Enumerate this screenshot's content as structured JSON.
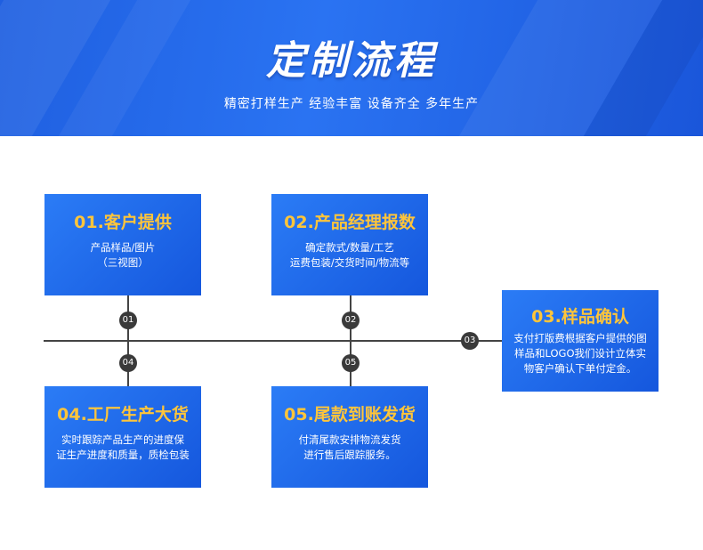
{
  "header": {
    "title": "定制流程",
    "subtitle": "精密打样生产 经验丰富 设备齐全 多年生产"
  },
  "steps": [
    {
      "number": "01",
      "title": "01.客户提供",
      "desc": [
        "产品样品/图片",
        "（三视图）"
      ]
    },
    {
      "number": "02",
      "title": "02.产品经理报数",
      "desc": [
        "确定款式/数量/工艺",
        "运费包装/交货时间/物流等"
      ]
    },
    {
      "number": "03",
      "title": "03.样品确认",
      "desc": [
        "支付打版费根据客户提供的图",
        "样品和LOGO我们设计立体实",
        "物客户确认下单付定金。"
      ]
    },
    {
      "number": "04",
      "title": "04.工厂生产大货",
      "desc": [
        "实时跟踪产品生产的进度保",
        "证生产进度和质量，质检包装"
      ]
    },
    {
      "number": "05",
      "title": "05.尾款到账发货",
      "desc": [
        "付清尾款安排物流发货",
        "进行售后跟踪服务。"
      ]
    }
  ],
  "colors": {
    "banner": "#2a73f2",
    "box": "#1f6cf0",
    "box_title": "#ffc53a",
    "node": "#3a3a3a",
    "line": "#444444"
  }
}
